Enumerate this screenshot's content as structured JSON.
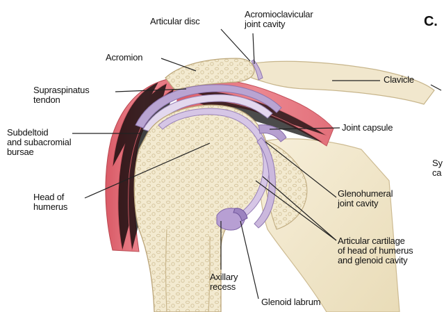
{
  "panel_letter": "C.",
  "labels": {
    "articular_disc": "Articular disc",
    "acromioclavicular_joint_cavity": "Acromioclavicular\njoint cavity",
    "acromion": "Acromion",
    "clavicle": "Clavicle",
    "supraspinatus_tendon": "Supraspinatus\ntendon",
    "subdeltoid_bursae": "Subdeltoid\nand subacromial\nbursae",
    "joint_capsule": "Joint capsule",
    "head_of_humerus": "Head of\nhumerus",
    "glenohumeral_joint_cavity": "Glenohumeral\njoint cavity",
    "articular_cartilage": "Articular cartilage\nof head of humerus\nand glenoid cavity",
    "axillary_recess": "Axillary\nrecess",
    "glenoid_labrum": "Glenoid labrum",
    "cut_off_text": "Sy\nca"
  },
  "colors": {
    "bone": "#f3ead0",
    "bone_texture": "#d8c9a4",
    "muscle": "#e7707a",
    "muscle_light": "#f2a5aa",
    "cartilage": "#c9b5d8",
    "bursa": "#a892c4",
    "leader": "#222222"
  }
}
